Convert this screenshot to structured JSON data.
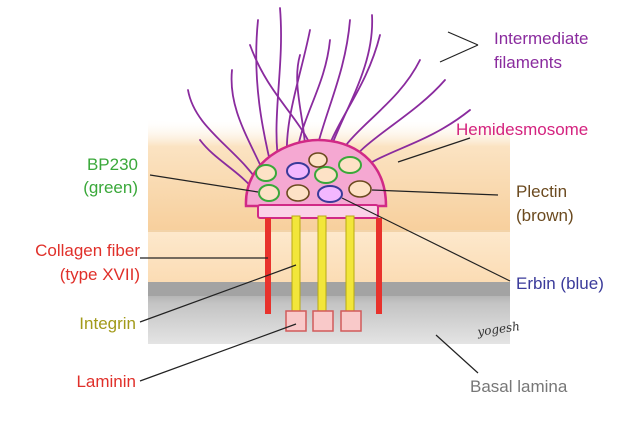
{
  "labels": {
    "intermediate_filaments_line1": "Intermediate",
    "intermediate_filaments_line2": "filaments",
    "hemidesmosome": "Hemidesmosome",
    "bp230_line1": "BP230",
    "bp230_line2": "(green)",
    "plectin_line1": "Plectin",
    "plectin_line2": "(brown)",
    "collagen_line1": "Collagen fiber",
    "collagen_line2": "(type XVII)",
    "erbin": "Erbin (blue)",
    "integrin": "Integrin",
    "laminin": "Laminin",
    "basal_lamina": "Basal lamina",
    "signature": "yogesh"
  },
  "colors": {
    "filament": "#8a2b9e",
    "hemidesmosome_label": "#d4237f",
    "bp230_label": "#3aa83a",
    "plectin_label": "#6b4a1f",
    "collagen_label": "#e0302a",
    "erbin_label": "#3a3a9a",
    "integrin_label": "#a29a1a",
    "laminin_label": "#e0302a",
    "basal_lamina_label": "#777777",
    "cell_top": "#f8d7ac",
    "cell_band": "#fbe6c8",
    "lamina_dark": "#9e9e9e",
    "lamina_light": "#d6d6d6",
    "hemidesmosome_fill": "#f5a8d2",
    "hemidesmosome_stroke": "#d12a86",
    "collagen_bar": "#e8322c",
    "integrin_bar": "#f2e63a",
    "laminin_box": "#f9c9c9"
  }
}
